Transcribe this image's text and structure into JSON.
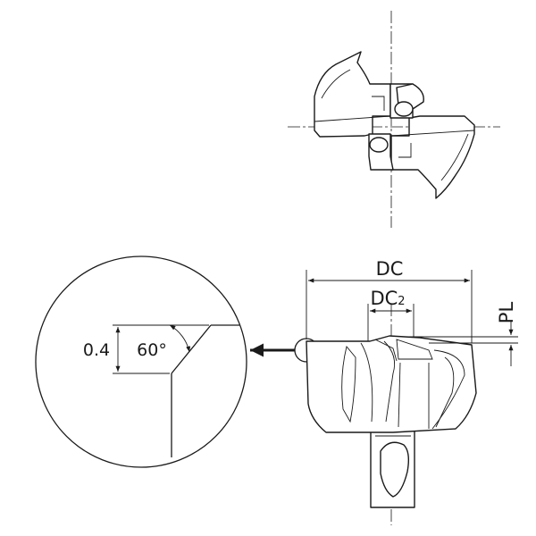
{
  "labels": {
    "dc": "DC",
    "dc2_main": "DC",
    "dc2_sub": "2",
    "pl": "PL",
    "detail_chamfer": "0.4",
    "detail_angle": "60°"
  },
  "colors": {
    "line": "#1a1a1a",
    "background": "#ffffff"
  }
}
